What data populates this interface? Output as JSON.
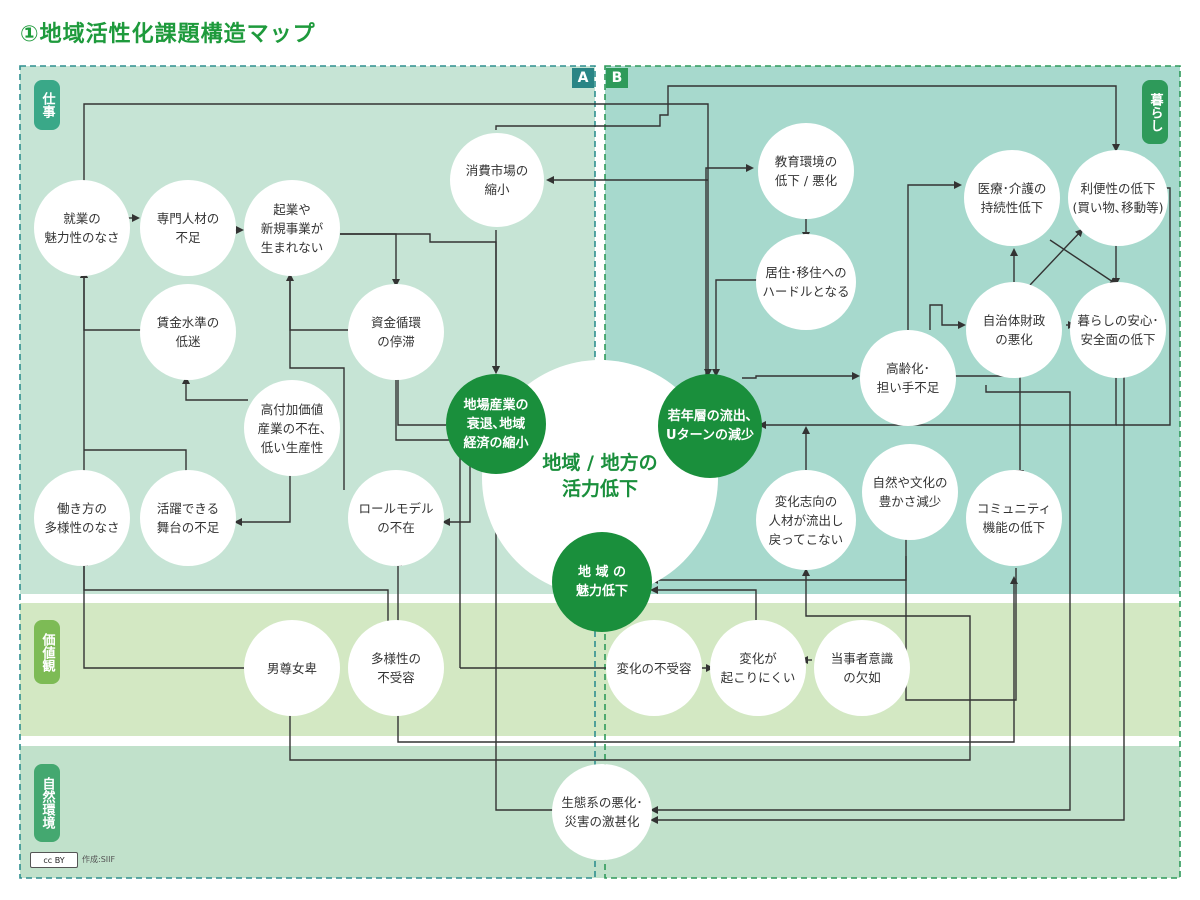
{
  "title": "①地域活性化課題構造マップ",
  "colors": {
    "accent": "#1a8f3c",
    "work_bg_a": "#c6e4d5",
    "work_bg_b": "#a7d9cd",
    "values_bg": "#d3e8c3",
    "nature_bg": "#c1e1cb",
    "dashed_a": "#2f8f8f",
    "dashed_b": "#2f9a5a"
  },
  "regions": {
    "a_tag": "A",
    "b_tag": "B"
  },
  "bands": {
    "work": "仕事",
    "life": "暮らし",
    "values": "価値観",
    "nature": "自然環境"
  },
  "center": {
    "label": "地域 / 地方の\n活力低下"
  },
  "nodes": {
    "n01": "消費市場の\n縮小",
    "n02": "教育環境の\n低下 / 悪化",
    "n03": "就業の\n魅力性のなさ",
    "n04": "専門人材の\n不足",
    "n05": "起業や\n新規事業が\n生まれない",
    "n06": "医療･介護の\n持続性低下",
    "n07": "利便性の低下\n(買い物､移動等)",
    "n08": "居住･移住への\nハードルとなる",
    "n09": "賃金水準の\n低迷",
    "n10": "資金循環\nの停滞",
    "n11": "自治体財政\nの悪化",
    "n12": "暮らしの安心･\n安全面の低下",
    "n13": "高齢化･\n担い手不足",
    "n14": "高付加価値\n産業の不在､\n低い生産性",
    "n15": "地場産業の\n衰退､地域\n経済の縮小",
    "n16": "若年層の流出､\nUターンの減少",
    "n17": "自然や文化の\n豊かさ減少",
    "n18": "働き方の\n多様性のなさ",
    "n19": "活躍できる\n舞台の不足",
    "n20": "ロールモデル\nの不在",
    "n21": "変化志向の\n人材が流出し\n戻ってこない",
    "n22": "コミュニティ\n機能の低下",
    "n23": "地 域 の\n魅力低下",
    "n24": "男尊女卑",
    "n25": "多様性の\n不受容",
    "n26": "変化の不受容",
    "n27": "変化が\n起こりにくい",
    "n28": "当事者意識\nの欠如",
    "n29": "生態系の悪化･\n災害の激甚化"
  },
  "footer": {
    "license": "cc BY",
    "credit": "作成:SIIF"
  }
}
